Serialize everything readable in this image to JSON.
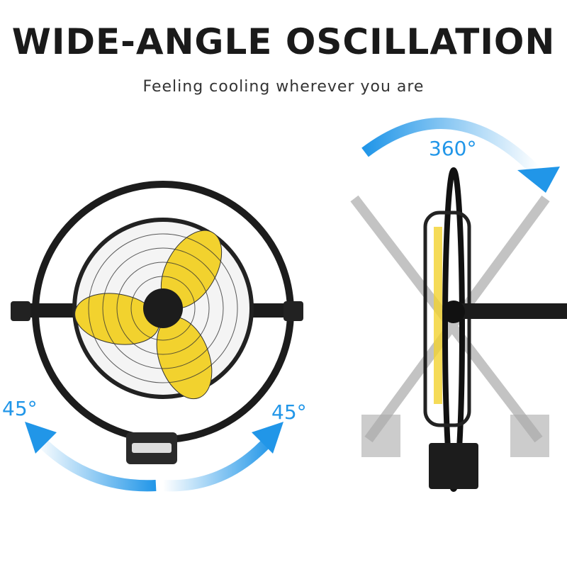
{
  "header": {
    "title": "WIDE-ANGLE OSCILLATION",
    "subtitle": "Feeling cooling wherever you are"
  },
  "annotations": {
    "left_angle": "45°",
    "right_angle": "45°",
    "rotation_angle": "360°"
  },
  "colors": {
    "accent_blue": "#2196e8",
    "blade_yellow": "#f2d22e",
    "frame_black": "#1c1c1c"
  },
  "icons": [
    "curved-arrow-left-icon",
    "curved-arrow-right-icon",
    "rotation-arrow-icon"
  ]
}
